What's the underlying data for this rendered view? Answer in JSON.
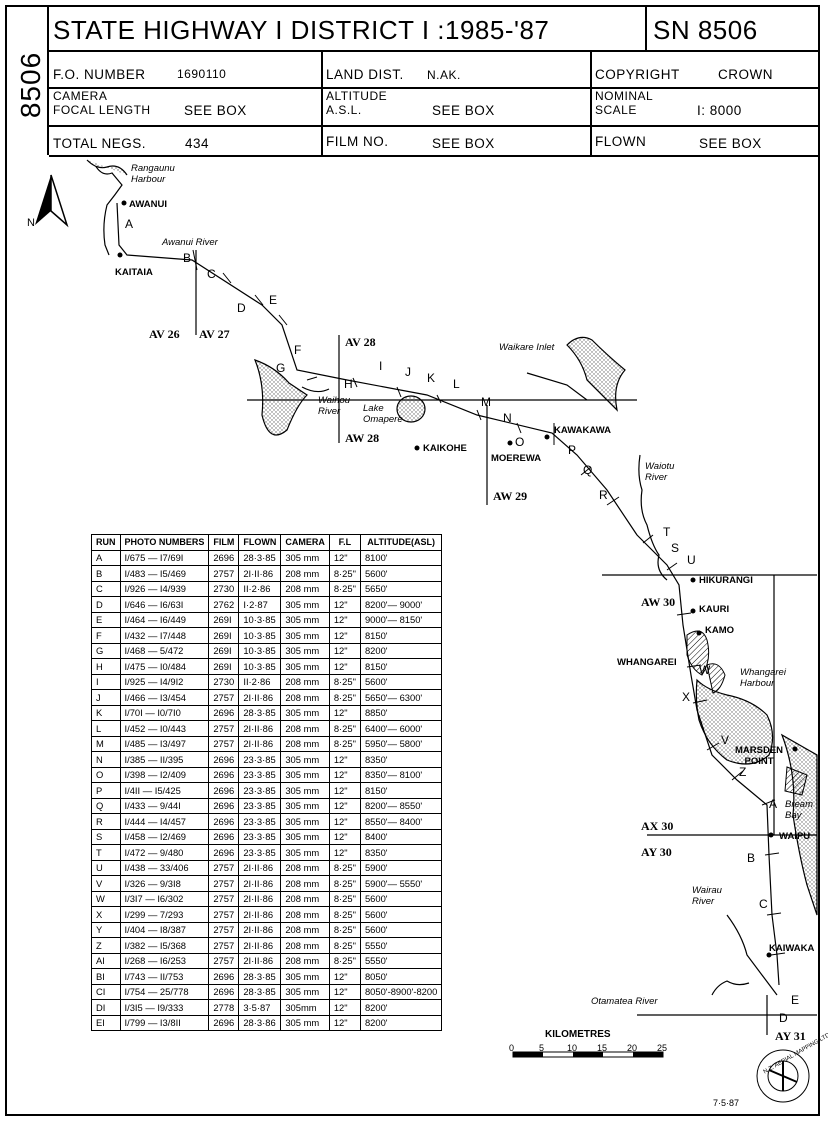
{
  "header": {
    "sheet_code": "8506",
    "title": "STATE HIGHWAY I DISTRICT I :1985-'87",
    "sn": "SN 8506",
    "fo_label": "F.O. NUMBER",
    "fo_value": "1690110",
    "land_label": "LAND DIST.",
    "land_value": "N.AK.",
    "copyright_label": "COPYRIGHT",
    "copyright_value": "CROWN",
    "camera_label": "CAMERA",
    "focal_label": "FOCAL LENGTH",
    "focal_value": "SEE BOX",
    "altitude_label": "ALTITUDE",
    "asl_label": "A.S.L.",
    "asl_value": "SEE BOX",
    "nominal_label": "NOMINAL",
    "scale_label": "SCALE",
    "scale_value": "I: 8000",
    "negs_label": "TOTAL NEGS.",
    "negs_value": "434",
    "film_label": "FILM NO.",
    "film_value": "SEE BOX",
    "flown_label": "FLOWN",
    "flown_value": "SEE BOX"
  },
  "north": "N",
  "places": {
    "rangaunu": "Rangaunu\nHarbour",
    "awanui": "AWANUI",
    "awanui_river": "Awanui River",
    "kaitaia": "KAITAIA",
    "waihou_river": "Waihou\nRiver",
    "lake_omapere": "Lake\nOmapere",
    "kaikohe": "KAIKOHE",
    "waikare_inlet": "Waikare Inlet",
    "moerewa": "MOEREWA",
    "kawakawa": "KAWAKAWA",
    "waiotu_river": "Waiotu\nRiver",
    "hikurangi": "HIKURANGI",
    "kauri": "KAURI",
    "kamo": "KAMO",
    "whangarei": "WHANGAREI",
    "whangarei_harbour": "Whangarei\nHarbour",
    "marsden_point": "MARSDEN\nPOINT",
    "bream_bay": "Bream\nBay",
    "waipu": "WAIPU",
    "wairau_river": "Wairau\nRiver",
    "kaiwaka": "KAIWAKA",
    "otamatea_river": "Otamatea River"
  },
  "grid_labels": {
    "av26": "AV 26",
    "av27": "AV 27",
    "av28": "AV 28",
    "aw28": "AW 28",
    "aw29": "AW 29",
    "aw30": "AW 30",
    "ax30": "AX 30",
    "ay30": "AY 30",
    "ay31": "AY 31"
  },
  "run_letters": [
    "A",
    "B",
    "C",
    "D",
    "E",
    "F",
    "G",
    "H",
    "I",
    "J",
    "K",
    "L",
    "M",
    "N",
    "O",
    "P",
    "Q",
    "R",
    "T",
    "S",
    "U",
    "W",
    "X",
    "V",
    "Z",
    "A",
    "B",
    "C",
    "E",
    "D"
  ],
  "table": {
    "headers": [
      "RUN",
      "PHOTO NUMBERS",
      "FILM",
      "FLOWN",
      "CAMERA",
      "F.L",
      "ALTITUDE(ASL)"
    ],
    "rows": [
      [
        "A",
        "I/675 — I7/69I",
        "2696",
        "28·3·85",
        "305 mm",
        "12\"",
        "8100'"
      ],
      [
        "B",
        "I/483 — I5/469",
        "2757",
        "2I·II·86",
        "208 mm",
        "8·25\"",
        "5600'"
      ],
      [
        "C",
        "I/926 — I4/939",
        "2730",
        "II·2·86",
        "208 mm",
        "8·25\"",
        "5650'"
      ],
      [
        "D",
        "I/646 — I6/63I",
        "2762",
        "I·2·87",
        "305 mm",
        "12\"",
        "8200'— 9000'"
      ],
      [
        "E",
        "I/464 — I6/449",
        "269I",
        "10·3·85",
        "305 mm",
        "12\"",
        "9000'— 8150'"
      ],
      [
        "F",
        "I/432 — I7/448",
        "269I",
        "10·3·85",
        "305 mm",
        "12\"",
        "8150'"
      ],
      [
        "G",
        "I/468 — 5/472",
        "269I",
        "10·3·85",
        "305 mm",
        "12\"",
        "8200'"
      ],
      [
        "H",
        "I/475 — I0/484",
        "269I",
        "10·3·85",
        "305 mm",
        "12\"",
        "8150'"
      ],
      [
        "I",
        "I/925 — I4/9I2",
        "2730",
        "II·2·86",
        "208 mm",
        "8·25\"",
        "5600'"
      ],
      [
        "J",
        "I/466 — I3/454",
        "2757",
        "2I·II·86",
        "208 mm",
        "8·25\"",
        "5650'— 6300'"
      ],
      [
        "K",
        "I/70I — I0/7I0",
        "2696",
        "28·3·85",
        "305 mm",
        "12\"",
        "8850'"
      ],
      [
        "L",
        "I/452 — I0/443",
        "2757",
        "2I·II·86",
        "208 mm",
        "8·25\"",
        "6400'— 6000'"
      ],
      [
        "M",
        "I/485 — I3/497",
        "2757",
        "2I·II·86",
        "208 mm",
        "8·25\"",
        "5950'— 5800'"
      ],
      [
        "N",
        "I/385 — II/395",
        "2696",
        "23·3·85",
        "305 mm",
        "12\"",
        "8350'"
      ],
      [
        "O",
        "I/398 — I2/409",
        "2696",
        "23·3·85",
        "305 mm",
        "12\"",
        "8350'— 8100'"
      ],
      [
        "P",
        "I/4II — I5/425",
        "2696",
        "23·3·85",
        "305 mm",
        "12\"",
        "8150'"
      ],
      [
        "Q",
        "I/433 — 9/44I",
        "2696",
        "23·3·85",
        "305 mm",
        "12\"",
        "8200'— 8550'"
      ],
      [
        "R",
        "I/444 — I4/457",
        "2696",
        "23·3·85",
        "305 mm",
        "12\"",
        "8550'— 8400'"
      ],
      [
        "S",
        "I/458 — I2/469",
        "2696",
        "23·3·85",
        "305 mm",
        "12\"",
        "8400'"
      ],
      [
        "T",
        "I/472 — 9/480",
        "2696",
        "23·3·85",
        "305 mm",
        "12\"",
        "8350'"
      ],
      [
        "U",
        "I/438 — 33/406",
        "2757",
        "2I·II·86",
        "208 mm",
        "8·25\"",
        "5900'"
      ],
      [
        "V",
        "I/326 — 9/3I8",
        "2757",
        "2I·II·86",
        "208 mm",
        "8·25\"",
        "5900'— 5550'"
      ],
      [
        "W",
        "I/3I7 — I6/302",
        "2757",
        "2I·II·86",
        "208 mm",
        "8·25\"",
        "5600'"
      ],
      [
        "X",
        "I/299 — 7/293",
        "2757",
        "2I·II·86",
        "208 mm",
        "8·25\"",
        "5600'"
      ],
      [
        "Y",
        "I/404 — I8/387",
        "2757",
        "2I·II·86",
        "208 mm",
        "8·25\"",
        "5600'"
      ],
      [
        "Z",
        "I/382 — I5/368",
        "2757",
        "2I·II·86",
        "208 mm",
        "8·25\"",
        "5550'"
      ],
      [
        "AI",
        "I/268 — I6/253",
        "2757",
        "2I·II·86",
        "208 mm",
        "8·25\"",
        "5550'"
      ],
      [
        "BI",
        "I/743 — II/753",
        "2696",
        "28·3·85",
        "305 mm",
        "12\"",
        "8050'"
      ],
      [
        "CI",
        "I/754 — 25/778",
        "2696",
        "28·3·85",
        "305 mm",
        "12\"",
        "8050'-8900'-8200"
      ],
      [
        "DI",
        "I/3I5 — I9/333",
        "2778",
        "3·5·87",
        "305mm",
        "12\"",
        "8200'"
      ],
      [
        "EI",
        "I/799 — I3/8II",
        "2696",
        "28·3·86",
        "305 mm",
        "12\"",
        "8200'"
      ]
    ]
  },
  "scale_bar": {
    "title": "KILOMETRES",
    "ticks": [
      "0",
      "5",
      "10",
      "15",
      "20",
      "25"
    ]
  },
  "date": "7·5·87",
  "logo_text": "N.Z. AERIAL MAPPING LTD",
  "colors": {
    "ink": "#000000",
    "paper": "#ffffff",
    "stipple": "#777777"
  }
}
